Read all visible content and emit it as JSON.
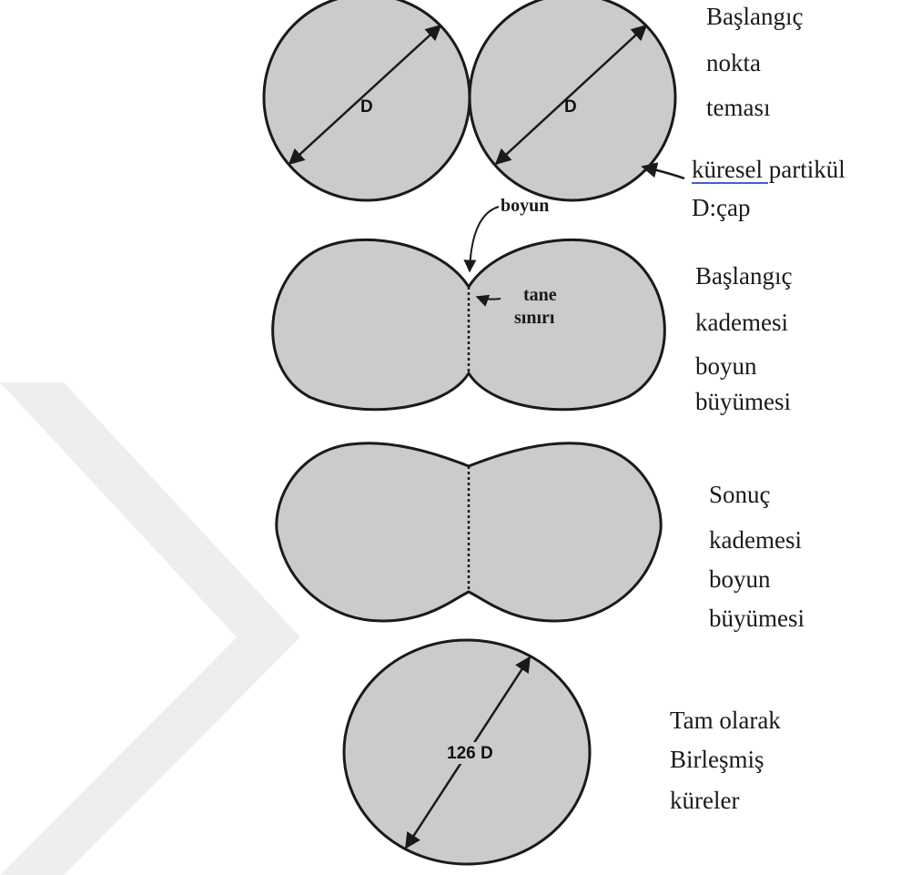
{
  "stage1": {
    "left_dim": "D",
    "right_dim": "D",
    "label_lines": [
      "Başlangıç",
      "nokta",
      "teması"
    ],
    "particle_word": "küresel",
    "particle_rest": " partikül",
    "diameter_label": "D:çap"
  },
  "stage2": {
    "neck_label": "boyun",
    "boundary_line1": "tane",
    "boundary_line2": "sınırı",
    "label_lines": [
      "Başlangıç",
      "kademesi",
      "boyun",
      "büyümesi"
    ]
  },
  "stage3": {
    "label_lines": [
      "Sonuç",
      "kademesi",
      "boyun",
      "büyümesi"
    ]
  },
  "stage4": {
    "dim": "126 D",
    "label_lines": [
      "Tam olarak",
      "Birleşmiş",
      "küreler"
    ]
  },
  "colors": {
    "particle_fill": "#cbcbcb",
    "outline": "#1a1a1a",
    "watermark": "#eeeeee",
    "spellcheck_underline": "#3b64c8"
  }
}
